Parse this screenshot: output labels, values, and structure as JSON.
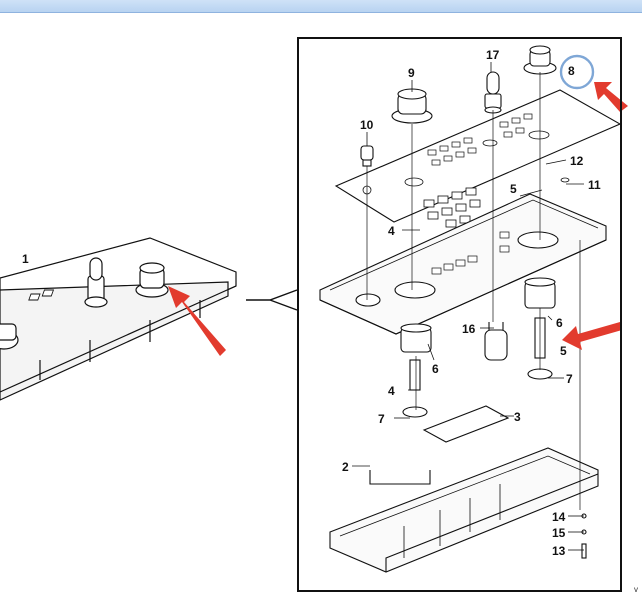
{
  "callouts": {
    "c1": "1",
    "c2": "2",
    "c3": "3",
    "c4a": "4",
    "c4b": "4",
    "c5a": "5",
    "c5b": "5",
    "c6a": "6",
    "c6b": "6",
    "c7a": "7",
    "c7b": "7",
    "c8": "8",
    "c9": "9",
    "c10": "10",
    "c11": "11",
    "c12": "12",
    "c13": "13",
    "c14": "14",
    "c15": "15",
    "c16": "16",
    "c17": "17"
  },
  "corner_mark": "v",
  "colors": {
    "arrow": "#e23b2e",
    "highlight_circle": "#7fa7d6",
    "line": "#111111"
  },
  "icons": {
    "pointer": "red-arrow-icon"
  }
}
